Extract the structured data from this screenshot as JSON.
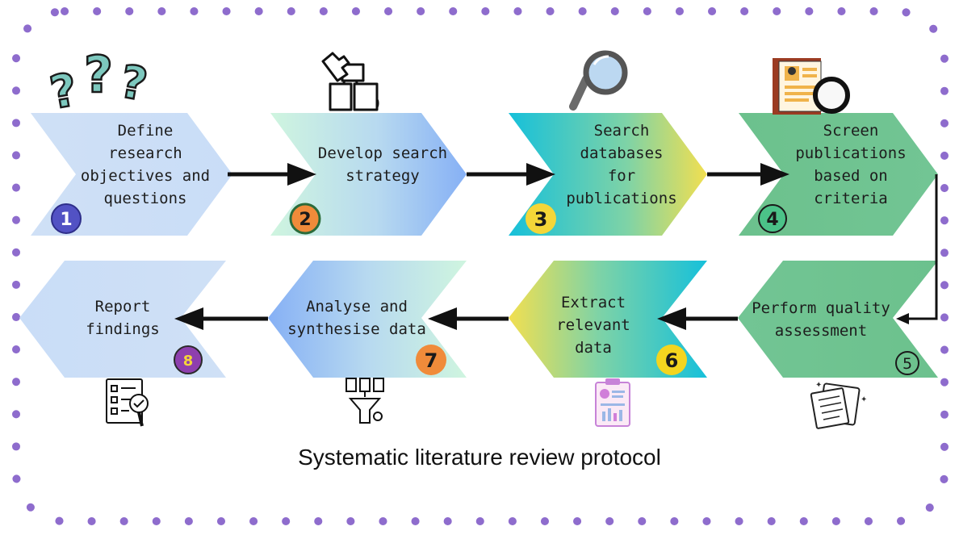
{
  "title": "Systematic literature review protocol",
  "steps": [
    {
      "number": "1",
      "lines": [
        "Define",
        "research",
        "objectives and",
        "questions"
      ],
      "icon": "question-marks-icon",
      "badge_color": "#5252c4",
      "number_color": "#ffffff"
    },
    {
      "number": "2",
      "lines": [
        "Develop search",
        "strategy"
      ],
      "icon": "puzzle-pieces-icon",
      "badge_color": "#f08b3a",
      "number_color": "#1a1a1a"
    },
    {
      "number": "3",
      "lines": [
        "Search",
        "databases",
        "for",
        "publications"
      ],
      "icon": "magnifying-glass-icon",
      "badge_color": "#f4d638",
      "number_color": "#1a1a1a"
    },
    {
      "number": "4",
      "lines": [
        "Screen",
        "publications",
        "based on",
        "criteria"
      ],
      "icon": "resume-review-icon",
      "badge_color": "#4bc288",
      "number_color": "#1a1a1a"
    },
    {
      "number": "5",
      "lines": [
        "Perform quality",
        "assessment"
      ],
      "icon": "documents-clipboard-icon",
      "badge_color": "#6fc08f",
      "number_color": "#1a1a1a"
    },
    {
      "number": "6",
      "lines": [
        "Extract",
        "relevant",
        "data"
      ],
      "icon": "report-clipboard-icon",
      "badge_color": "#f3d51f",
      "number_color": "#1a1a1a"
    },
    {
      "number": "7",
      "lines": [
        "Analyse and",
        "synthesise data"
      ],
      "icon": "filter-funnel-icon",
      "badge_color": "#f08b3a",
      "number_color": "#1a1a1a"
    },
    {
      "number": "8",
      "lines": [
        "Report",
        "findings"
      ],
      "icon": "checklist-icon",
      "badge_color": "#8e3fae",
      "number_color": "#f4d638"
    }
  ],
  "colors": {
    "frame_dots": "#8e6ccd",
    "arrow": "#111111",
    "light_blue": "#cfe0f6",
    "mint": "#c5f0d9",
    "blue": "#8eb5f5",
    "cyan": "#1ec3d8",
    "yellow": "#f0df5a",
    "green": "#6fc38f"
  }
}
